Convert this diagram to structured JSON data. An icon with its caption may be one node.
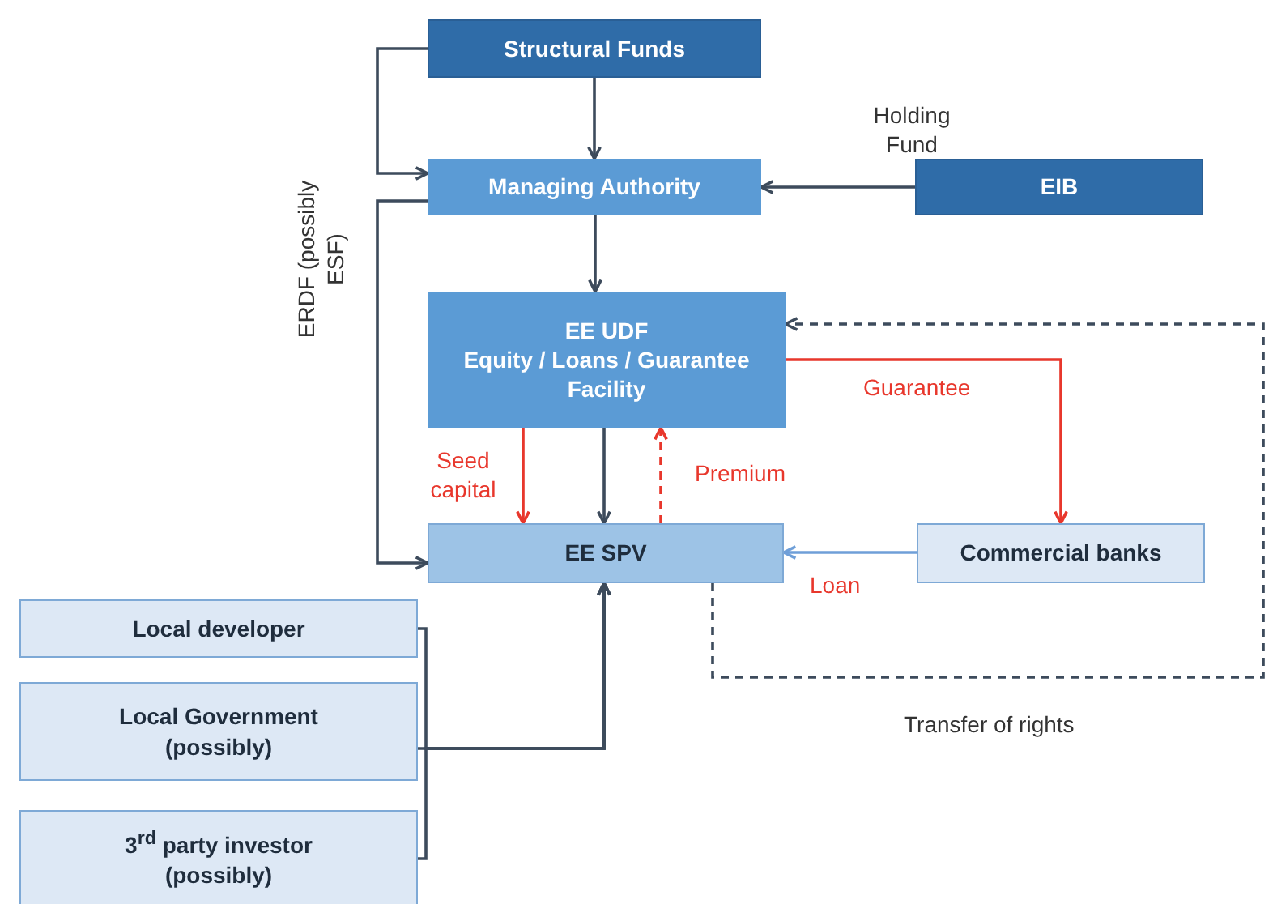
{
  "diagram": {
    "nodes": [
      {
        "text": [
          "Structural Funds"
        ]
      },
      {
        "text": [
          "Managing Authority"
        ]
      },
      {
        "text": [
          "EIB"
        ]
      },
      {
        "text": [
          "EE UDF",
          "Equity / Loans / Guarantee Facility"
        ]
      },
      {
        "text": [
          "EE SPV"
        ]
      },
      {
        "text": [
          "Commercial banks"
        ]
      },
      {
        "text": [
          "Local developer"
        ]
      },
      {
        "text": [
          "Local Government (possibly)"
        ]
      },
      {
        "text": [
          "3$^{rd}$ party investor (possibly)"
        ]
      }
    ],
    "edges": [
      {
        "from": 0,
        "to": 1,
        "arrow": "to"
      },
      {
        "from": 0,
        "to": 1,
        "arrow": "to"
      },
      {
        "from": 1,
        "to": 4,
        "arrow": "to",
        "label": "ERDF (possibly ESF)"
      },
      {
        "from": 2,
        "to": 1,
        "arrow": "to",
        "label": "Holding Fund"
      },
      {
        "from": 1,
        "to": 3,
        "arrow": "to"
      },
      {
        "from": 3,
        "to": 4,
        "arrow": "to",
        "label": "Seed capital",
        "color": "#e8372c"
      },
      {
        "from": 3,
        "to": 4,
        "arrow": "to"
      },
      {
        "from": 4,
        "to": 3,
        "arrow": "to",
        "label": "Premium",
        "style": "dashed",
        "color": "#e8372c"
      },
      {
        "from": 3,
        "to": 5,
        "arrow": "to",
        "label": "Guarantee",
        "color": "#e8372c"
      },
      {
        "from": 5,
        "to": 4,
        "arrow": "to",
        "label": "Loan",
        "color": "#6f9fd8"
      },
      {
        "from": 4,
        "to": 3,
        "arrow": "to",
        "label": "Transfer of rights",
        "style": "dashed"
      },
      {
        "from": 6,
        "to": 4,
        "arrow": "to"
      },
      {
        "from": 7,
        "to": 4,
        "arrow": "to"
      },
      {
        "from": 8,
        "to": 4,
        "arrow": "to"
      }
    ]
  }
}
